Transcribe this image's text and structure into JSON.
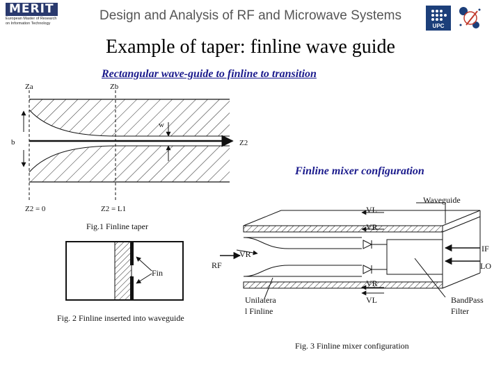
{
  "header": {
    "logo_text": "MERIT",
    "logo_subtitle_line1": "European Master of Research",
    "logo_subtitle_line2": "on Information Technology",
    "course_title": "Design and Analysis of RF and Microwave Systems",
    "upc_logo_text": "UPC"
  },
  "slide": {
    "title": "Example of taper: finline wave guide",
    "subtitle": "Rectangular wave-guide to finline to transition",
    "mixer_subtitle": "Finline mixer configuration"
  },
  "fig1": {
    "za": "Za",
    "zb": "Zb",
    "w": "w",
    "b": "b",
    "z2": "Z2",
    "z0": "Z2 = 0",
    "zl": "Z2 = L1",
    "caption": "Fig.1 Finline taper"
  },
  "fig2": {
    "fin": "Fin",
    "caption": "Fig. 2 Finline inserted into waveguide"
  },
  "fig3": {
    "waveguide": "Waveguide",
    "vl_top": "VL",
    "vr_top": "VR",
    "vr_left": "VR",
    "rf": "RF",
    "if": "IF",
    "lo": "LO",
    "vr_bottom": "VR",
    "vl_bottom": "VL",
    "unilateral_1": "Unilatera",
    "unilateral_2": "l Finline",
    "bandpass_1": "BandPass",
    "bandpass_2": "Filter",
    "caption": "Fig. 3 Finline mixer configuration"
  }
}
